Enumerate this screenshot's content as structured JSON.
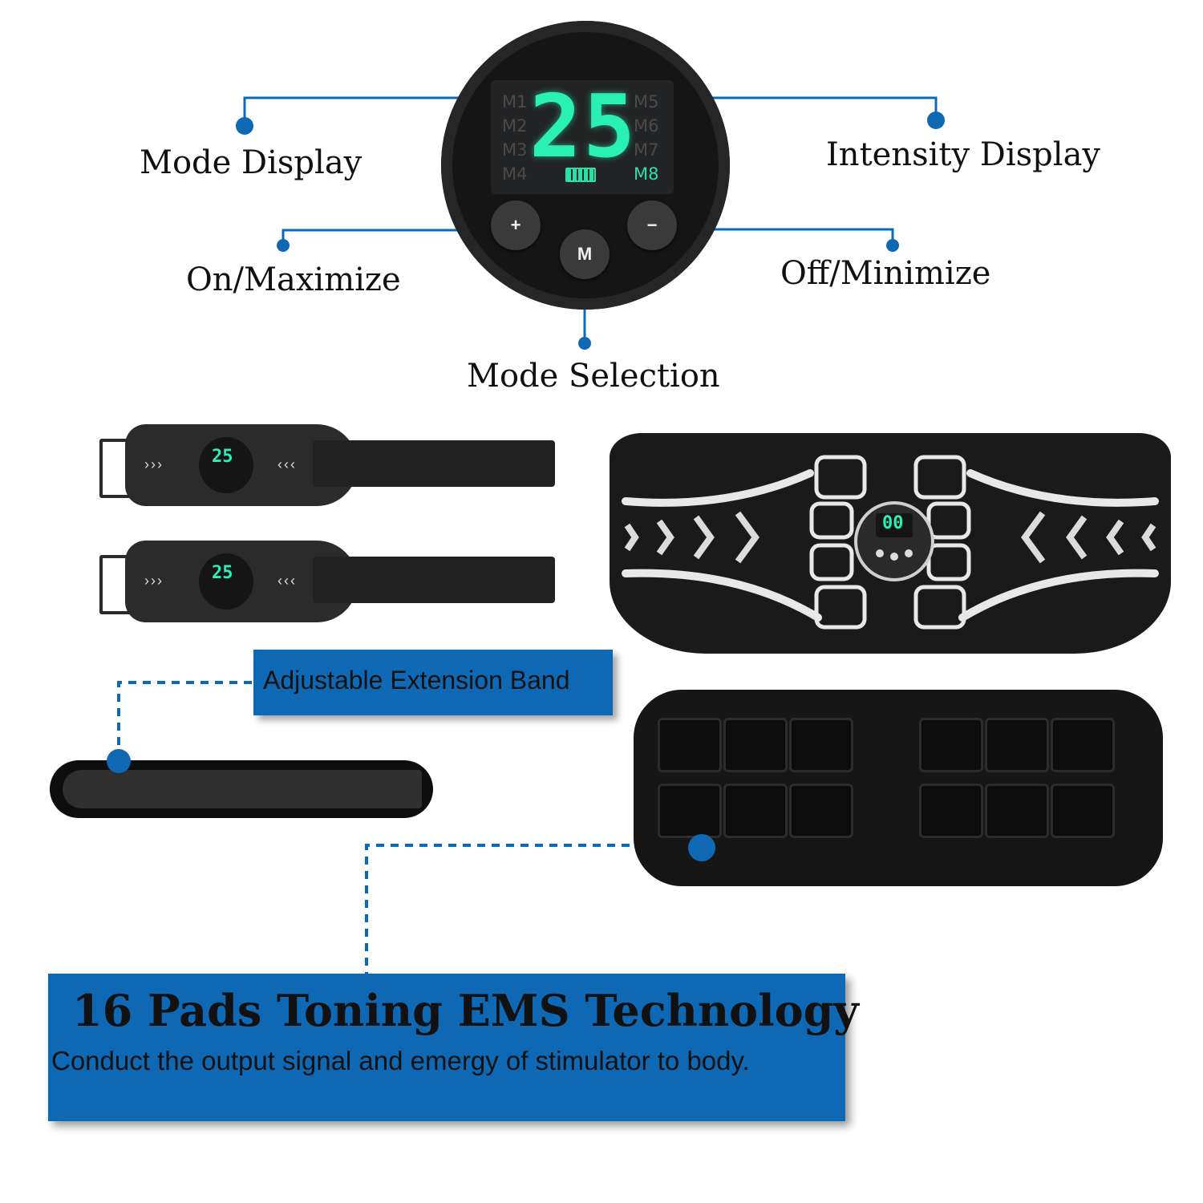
{
  "controller": {
    "intensity_value": "25",
    "modes_left": [
      "M1",
      "M2",
      "M3",
      "M4"
    ],
    "modes_right": [
      "M5",
      "M6",
      "M7",
      "M8"
    ],
    "active_mode": "M8",
    "plus_symbol": "+",
    "minus_symbol": "−",
    "mode_button": "M"
  },
  "callouts": {
    "mode_display": "Mode Display",
    "intensity_display": "Intensity Display",
    "on_maximize": "On/Maximize",
    "off_minimize": "Off/Minimize",
    "mode_selection": "Mode Selection"
  },
  "arm_bands": {
    "display_value": "25"
  },
  "belt": {
    "display_value": "00"
  },
  "extension": {
    "label": "Adjustable Extension Band"
  },
  "banner": {
    "title": "16 Pads Toning EMS Technology",
    "subtitle": "Conduct the output signal and emergy of stimulator to body."
  },
  "colors": {
    "accent_blue": "#0e68b4",
    "lcd_green": "#2af0b4"
  }
}
